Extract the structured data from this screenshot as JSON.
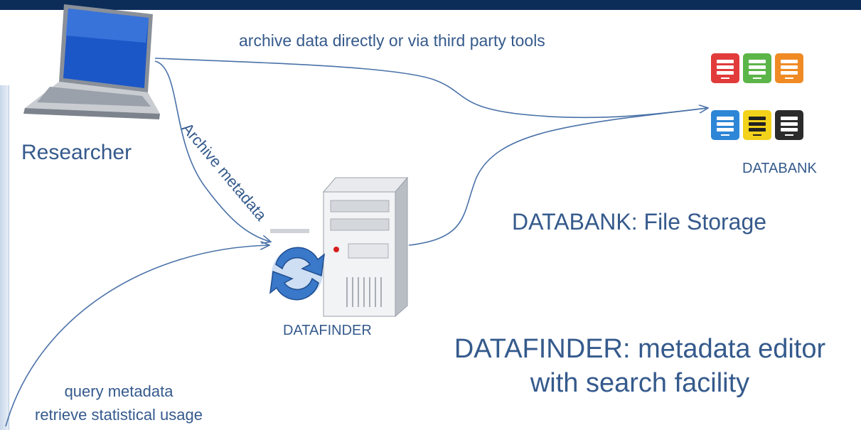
{
  "labels": {
    "researcher": "Researcher",
    "archive_direct": "archive data directly or via third party tools",
    "archive_metadata": "Archive metadata",
    "databank": "DATABANK",
    "databank_desc": "DATABANK: File Storage",
    "datafinder": "DATAFINDER",
    "datafinder_desc": "DATAFINDER: metadata editor with search facility",
    "query_line1": "query metadata",
    "query_line2": "retrieve statistical usage"
  },
  "colors": {
    "text": "#355a8c",
    "arrow": "#4a72a8",
    "header_bar": "#0d2d59",
    "server_tiles": [
      "#e23b3b",
      "#5cb548",
      "#f08a24",
      "#2e86d6",
      "#f2d21b",
      "#2b2b2b"
    ]
  },
  "icons": {
    "researcher": "laptop-icon",
    "databank": "server-cluster-icon",
    "datafinder": "server-sync-icon"
  }
}
